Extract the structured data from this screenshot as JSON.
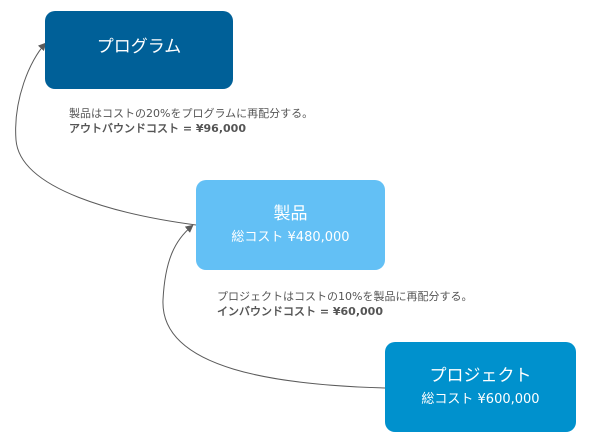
{
  "colors": {
    "program_box": "#006098",
    "product_box": "#63c0f5",
    "project_box": "#0091cd",
    "arrow": "#5a5a5a",
    "note_text": "#555555"
  },
  "nodes": {
    "program": {
      "title": "プログラム"
    },
    "product": {
      "title": "製品",
      "total": "総コスト ¥480,000"
    },
    "project": {
      "title": "プロジェクト",
      "total": "総コスト ¥600,000"
    }
  },
  "annotations": {
    "product_to_program": {
      "line1": "製品はコストの20%をプログラムに再配分する。",
      "line2": "アウトバウンドコスト = ¥96,000"
    },
    "project_to_product": {
      "line1": "プロジェクトはコストの10%を製品に再配分する。",
      "line2": "インバウンドコスト = ¥60,000"
    }
  }
}
